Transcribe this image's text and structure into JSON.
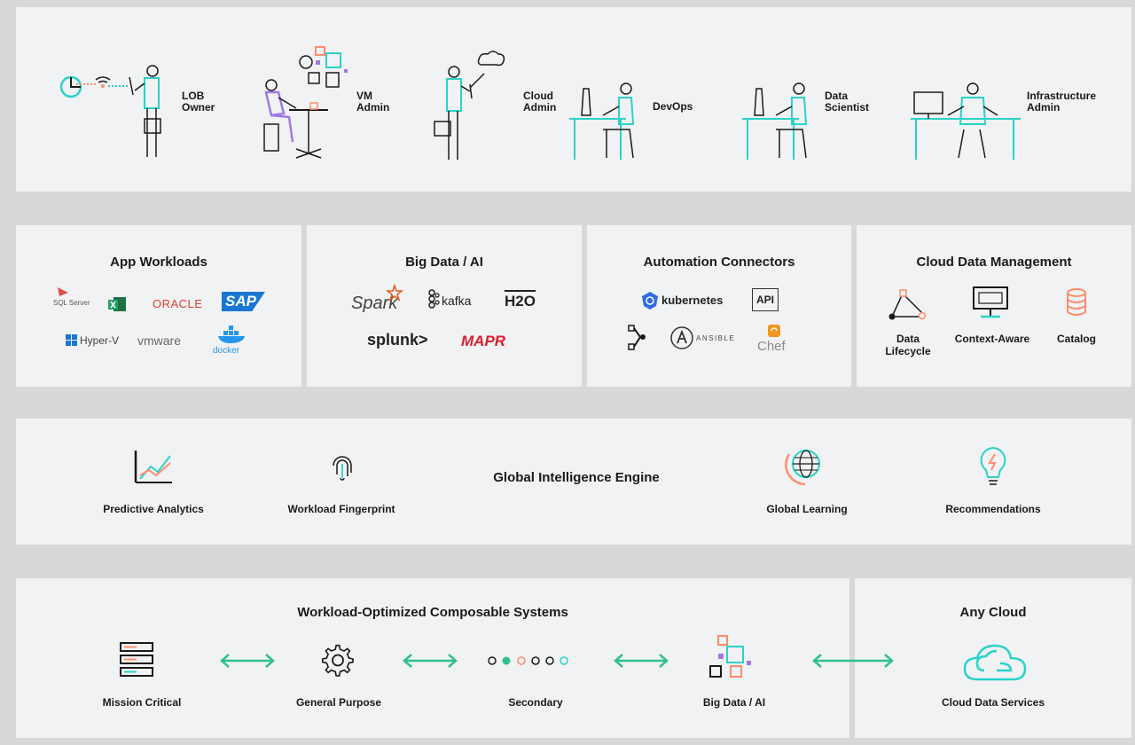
{
  "personas": [
    {
      "label": "LOB\nOwner"
    },
    {
      "label": "VM\nAdmin"
    },
    {
      "label": "Cloud\nAdmin"
    },
    {
      "label": "DevOps"
    },
    {
      "label": "Data\nScientist"
    },
    {
      "label": "Infrastructure\nAdmin"
    }
  ],
  "app_workloads": {
    "title": "App Workloads",
    "logos": [
      "SQL Server",
      "ORACLE",
      "SAP",
      "Hyper-V",
      "vmware",
      "docker"
    ]
  },
  "big_data": {
    "title": "Big Data / AI",
    "logos": [
      "Spark",
      "kafka",
      "H2O",
      "splunk>",
      "MAPR"
    ]
  },
  "automation": {
    "title": "Automation Connectors",
    "logos": [
      "kubernetes",
      "API",
      "ANSIBLE",
      "Chef"
    ]
  },
  "cloud_data_mgmt": {
    "title": "Cloud Data Management",
    "items": [
      {
        "label": "Data\nLifecycle",
        "icon": "lifecycle-icon"
      },
      {
        "label": "Context-Aware",
        "icon": "monitor-icon"
      },
      {
        "label": "Catalog",
        "icon": "database-icon"
      }
    ]
  },
  "intelligence": {
    "title": "Global Intelligence Engine",
    "items": [
      {
        "label": "Predictive Analytics",
        "icon": "chart-icon"
      },
      {
        "label": "Workload Fingerprint",
        "icon": "fingerprint-icon"
      },
      {
        "label": "Global Learning",
        "icon": "globe-icon"
      },
      {
        "label": "Recommendations",
        "icon": "lightbulb-icon"
      }
    ]
  },
  "composable": {
    "title": "Workload-Optimized Composable Systems",
    "items": [
      {
        "label": "Mission Critical",
        "icon": "server-icon"
      },
      {
        "label": "General Purpose",
        "icon": "gear-icon"
      },
      {
        "label": "Secondary",
        "icon": "dots-icon"
      },
      {
        "label": "Big Data / AI",
        "icon": "blocks-icon"
      }
    ]
  },
  "any_cloud": {
    "title": "Any Cloud",
    "label": "Cloud Data Services",
    "icon": "cloud-icon"
  },
  "colors": {
    "teal": "#2ad2c9",
    "orange": "#ff8d6d",
    "purple": "#a078e4",
    "dark": "#1a1a1a",
    "panel": "#f1f2f3",
    "background": "#d7d8d9"
  }
}
